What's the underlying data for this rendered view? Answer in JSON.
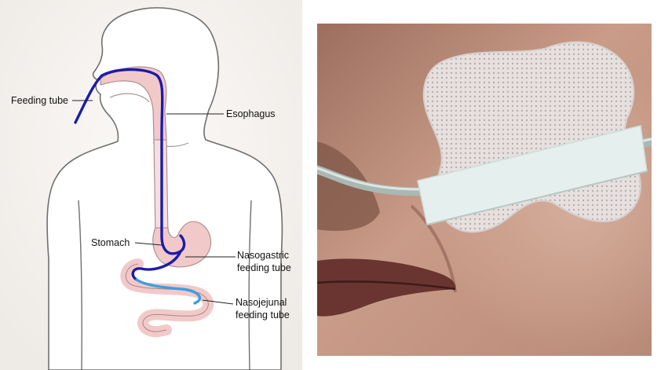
{
  "illustration": {
    "labels": {
      "feeding_tube": "Feeding tube",
      "esophagus": "Esophagus",
      "stomach": "Stomach",
      "nasogastric_line1": "Nasogastric",
      "nasogastric_line2": "feeding tube",
      "nasojejunal_line1": "Nasojejunal",
      "nasojejunal_line2": "feeding tube"
    },
    "colors": {
      "background": "#f5f2ef",
      "body_fill": "#ffffff",
      "outline": "#6f6f6f",
      "organ_fill": "#f2c9c9",
      "nasogastric_tube": "#1c1ca8",
      "nasojejunal_tube": "#3aa0e0"
    }
  },
  "photo": {
    "colors": {
      "skin": "#c79a86",
      "skin_shadow": "#8e6455",
      "dressing": "#e6e0df",
      "tape": "#e4efee",
      "tube": "#a9b8b3",
      "lips": "#6a3530"
    }
  }
}
